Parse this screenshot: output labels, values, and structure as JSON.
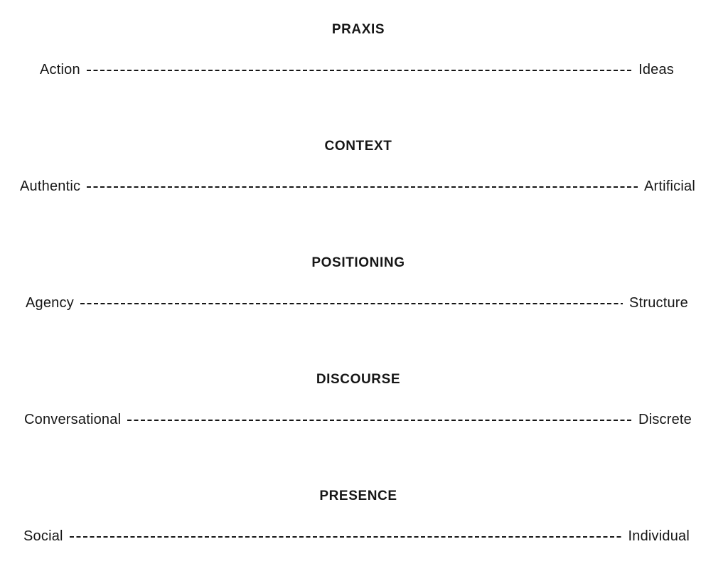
{
  "page": {
    "background_color": "#ffffff",
    "text_color": "#161616",
    "divider_style": "dashed"
  },
  "spectrums": [
    {
      "title": "PRAXIS",
      "left_label": "Action",
      "right_label": "Ideas"
    },
    {
      "title": "CONTEXT",
      "left_label": "Authentic",
      "right_label": "Artificial"
    },
    {
      "title": "POSITIONING",
      "left_label": "Agency",
      "right_label": "Structure"
    },
    {
      "title": "DISCOURSE",
      "left_label": "Conversational",
      "right_label": "Discrete"
    },
    {
      "title": "PRESENCE",
      "left_label": "Social",
      "right_label": "Individual"
    }
  ]
}
